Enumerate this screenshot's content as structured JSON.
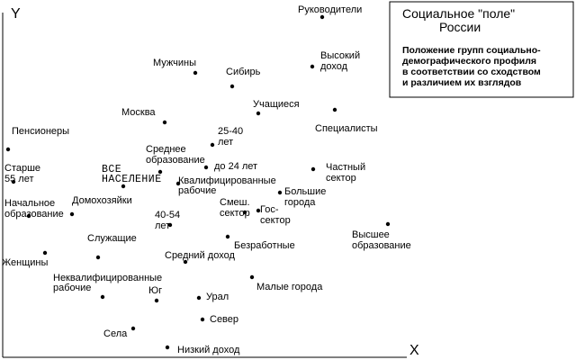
{
  "axes": {
    "y_label": "Y",
    "x_label": "X"
  },
  "legend": {
    "title_lines": [
      "Социальное \"поле\"",
      "России"
    ],
    "subtitle_lines": [
      "Положение групп социально-",
      "демографического профиля",
      "в соответствии со сходством",
      "и различием их взглядов"
    ]
  },
  "groups": [
    {
      "id": "rukovoditeli",
      "label_lines": [
        "Руководители"
      ]
    },
    {
      "id": "vysokiy-dokhod",
      "label_lines": [
        "Высокий",
        "доход"
      ]
    },
    {
      "id": "muzhchiny",
      "label_lines": [
        "Мужчины"
      ]
    },
    {
      "id": "sibir",
      "label_lines": [
        "Сибирь"
      ]
    },
    {
      "id": "uchashchiesya",
      "label_lines": [
        "Учащиеся"
      ]
    },
    {
      "id": "spetsialisty",
      "label_lines": [
        "Специалисты"
      ]
    },
    {
      "id": "moskva",
      "label_lines": [
        "Москва"
      ]
    },
    {
      "id": "pensionery",
      "label_lines": [
        "Пенсионеры"
      ]
    },
    {
      "id": "25-40",
      "label_lines": [
        "25-40",
        "лет"
      ]
    },
    {
      "id": "srednee-obrazovanie",
      "label_lines": [
        "Среднее",
        "образование"
      ]
    },
    {
      "id": "do-24",
      "label_lines": [
        "до 24 лет"
      ]
    },
    {
      "id": "chastny-sektor",
      "label_lines": [
        "Частный",
        "сектор"
      ]
    },
    {
      "id": "starshe-55",
      "label_lines": [
        "Старше",
        "55 лет"
      ]
    },
    {
      "id": "vse-naselenie",
      "label_lines": [
        "ВСЕ",
        "НАСЕЛЕНИЕ"
      ]
    },
    {
      "id": "kvalif-rabochie",
      "label_lines": [
        "Квалифицированные",
        "рабочие"
      ]
    },
    {
      "id": "bolshie-goroda",
      "label_lines": [
        "Большие",
        "города"
      ]
    },
    {
      "id": "domokhozyayki",
      "label_lines": [
        "Домохозяйки"
      ]
    },
    {
      "id": "nachalnoe-obrazovanie",
      "label_lines": [
        "Начальное",
        "образование"
      ]
    },
    {
      "id": "smesh-sektor",
      "label_lines": [
        "Смеш.",
        "сектор"
      ]
    },
    {
      "id": "gos-sektor",
      "label_lines": [
        "Гос-",
        "сектор"
      ]
    },
    {
      "id": "40-54",
      "label_lines": [
        "40-54",
        "лет"
      ]
    },
    {
      "id": "vysshee-obrazovanie",
      "label_lines": [
        "Высшее",
        "образование"
      ]
    },
    {
      "id": "sluzhashchie",
      "label_lines": [
        "Служащие"
      ]
    },
    {
      "id": "bezrabotnye",
      "label_lines": [
        "Безработные"
      ]
    },
    {
      "id": "zhenshchiny",
      "label_lines": [
        "Женщины"
      ]
    },
    {
      "id": "sredniy-dokhod",
      "label_lines": [
        "Средний доход"
      ]
    },
    {
      "id": "nekvalif-rabochie",
      "label_lines": [
        "Неквалифицированные",
        "рабочие"
      ]
    },
    {
      "id": "malye-goroda",
      "label_lines": [
        "Малые города"
      ]
    },
    {
      "id": "yug",
      "label_lines": [
        "Юг"
      ]
    },
    {
      "id": "ural",
      "label_lines": [
        "Урал"
      ]
    },
    {
      "id": "sever",
      "label_lines": [
        "Север"
      ]
    },
    {
      "id": "sela",
      "label_lines": [
        "Села"
      ]
    },
    {
      "id": "nizkiy-dokhod",
      "label_lines": [
        "Низкий доход"
      ]
    }
  ]
}
